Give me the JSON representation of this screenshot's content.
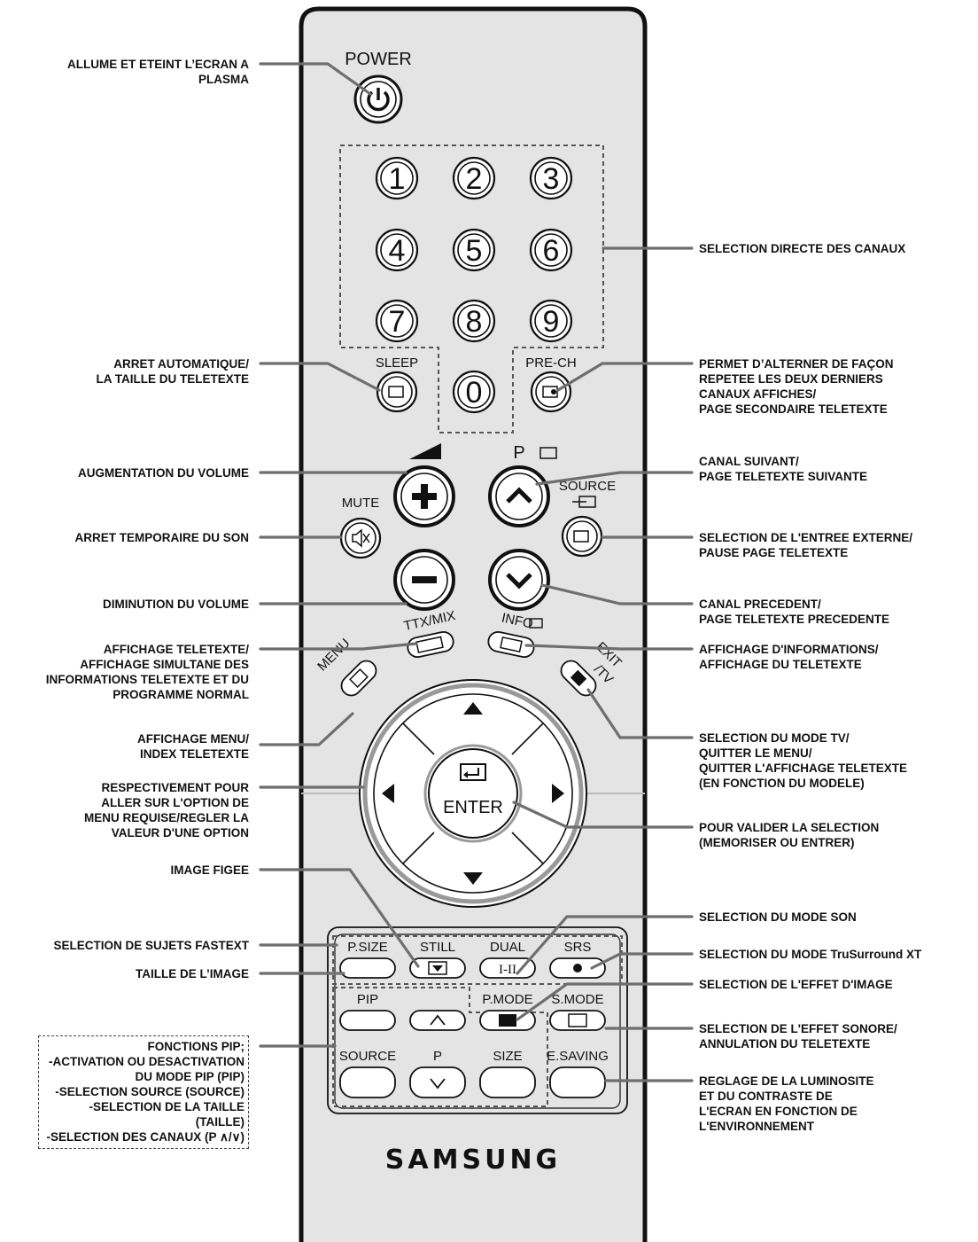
{
  "remote": {
    "brand": "SAMSUNG",
    "power_label": "POWER",
    "digits": [
      "1",
      "2",
      "3",
      "4",
      "5",
      "6",
      "7",
      "8",
      "9",
      "0"
    ],
    "sleep_label": "SLEEP",
    "prech_label": "PRE-CH",
    "p_label": "P",
    "source_label": "SOURCE",
    "mute_label": "MUTE",
    "ttx_label": "TTX/MIX",
    "info_label": "INFO",
    "menu_label": "MENU",
    "exit_label": "EXIT",
    "tv_label": "/TV",
    "enter_label": "ENTER",
    "bottom_buttons": {
      "psize": "P.SIZE",
      "still": "STILL",
      "dual": "DUAL",
      "dual_glyph": "I-II",
      "srs": "SRS",
      "pip": "PIP",
      "pmode": "P.MODE",
      "smode": "S.MODE",
      "source": "SOURCE",
      "p": "P",
      "size": "SIZE",
      "esaving": "E.SAVING"
    }
  },
  "callouts_left": [
    "ALLUME ET ETEINT L’ECRAN A\nPLASMA",
    "ARRET AUTOMATIQUE/\nLA TAILLE DU TELETEXTE",
    "AUGMENTATION DU VOLUME",
    "ARRET TEMPORAIRE DU SON",
    "DIMINUTION DU VOLUME",
    "AFFICHAGE TELETEXTE/\nAFFICHAGE SIMULTANE DES\nINFORMATIONS TELETEXTE ET DU\nPROGRAMME NORMAL",
    "AFFICHAGE MENU/\nINDEX TELETEXTE",
    "RESPECTIVEMENT POUR\nALLER SUR L'OPTION DE\nMENU REQUISE/REGLER LA\nVALEUR D'UNE OPTION",
    "IMAGE FIGEE",
    "SELECTION DE SUJETS FASTEXT",
    "TAILLE DE L’IMAGE",
    "FONCTIONS PIP;\n-ACTIVATION OU DESACTIVATION\nDU MODE PIP (PIP)\n-SELECTION SOURCE (SOURCE)\n-SELECTION DE LA TAILLE\n(TAILLE)\n-SELECTION DES CANAUX (P ∧/∨)"
  ],
  "callouts_right": [
    "SELECTION DIRECTE DES CANAUX",
    "PERMET D’ALTERNER DE FAÇON\nREPETEE LES DEUX DERNIERS\nCANAUX AFFICHES/\nPAGE SECONDAIRE TELETEXTE",
    "CANAL SUIVANT/\nPAGE TELETEXTE SUIVANTE",
    "SELECTION DE L'ENTREE EXTERNE/\nPAUSE PAGE TELETEXTE",
    "CANAL PRECEDENT/\nPAGE TELETEXTE PRECEDENTE",
    "AFFICHAGE D'INFORMATIONS/\nAFFICHAGE DU TELETEXTE",
    "SELECTION DU MODE TV/\nQUITTER LE MENU/\nQUITTER L'AFFICHAGE TELETEXTE\n(EN FONCTION DU MODELE)",
    "POUR VALIDER LA SELECTION\n(MEMORISER OU ENTRER)",
    "SELECTION DU MODE SON",
    "SELECTION DU MODE TruSurround XT",
    "SELECTION DE L'EFFET D'IMAGE",
    "SELECTION DE L'EFFET SONORE/\nANNULATION DU TELETEXTE",
    "REGLAGE DE LA LUMINOSITE\nET DU CONTRASTE DE\nL'ECRAN EN FONCTION DE\nL'ENVIRONNEMENT"
  ]
}
